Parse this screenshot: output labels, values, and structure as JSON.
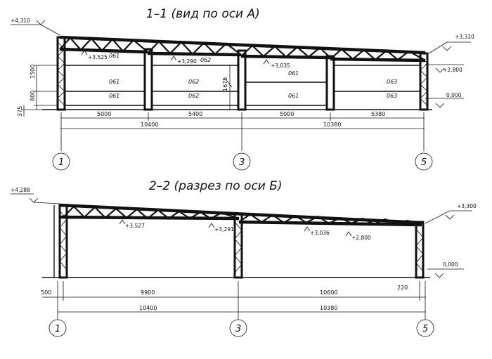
{
  "view1": {
    "title": "1–1 (вид по оси А)",
    "levels": {
      "top": "+4,310",
      "right_top": "+3,310",
      "right_mid": "+2,800",
      "ground": "0,000",
      "bay1_under": "+3,525",
      "bay2_under": "+3,290",
      "bay3_under": "+3,035"
    },
    "vertical_dims": [
      "1500",
      "800",
      "375",
      "1675"
    ],
    "members": {
      "bay1": [
        "061",
        "061",
        "061"
      ],
      "bay2": [
        "062",
        "062",
        "062"
      ],
      "bay3": [
        "061",
        "061"
      ],
      "bay4": [
        "063",
        "063"
      ]
    },
    "bay_dims": [
      "5000",
      "5400",
      "5000",
      "5380"
    ],
    "span_dims": [
      "10400",
      "10380"
    ],
    "axes": [
      "1",
      "3",
      "5"
    ]
  },
  "view2": {
    "title": "2–2 (разрез по оси Б)",
    "levels": {
      "top": "+4,288",
      "right_top": "+3,300",
      "ground": "0,000",
      "under1": "+3,527",
      "under2": "+3,291",
      "under3": "+3,036",
      "under4": "+2,800"
    },
    "dims": [
      "500",
      "9900",
      "10600",
      "220"
    ],
    "span_dims": [
      "10400",
      "10380"
    ],
    "axes": [
      "1",
      "3",
      "5"
    ]
  }
}
